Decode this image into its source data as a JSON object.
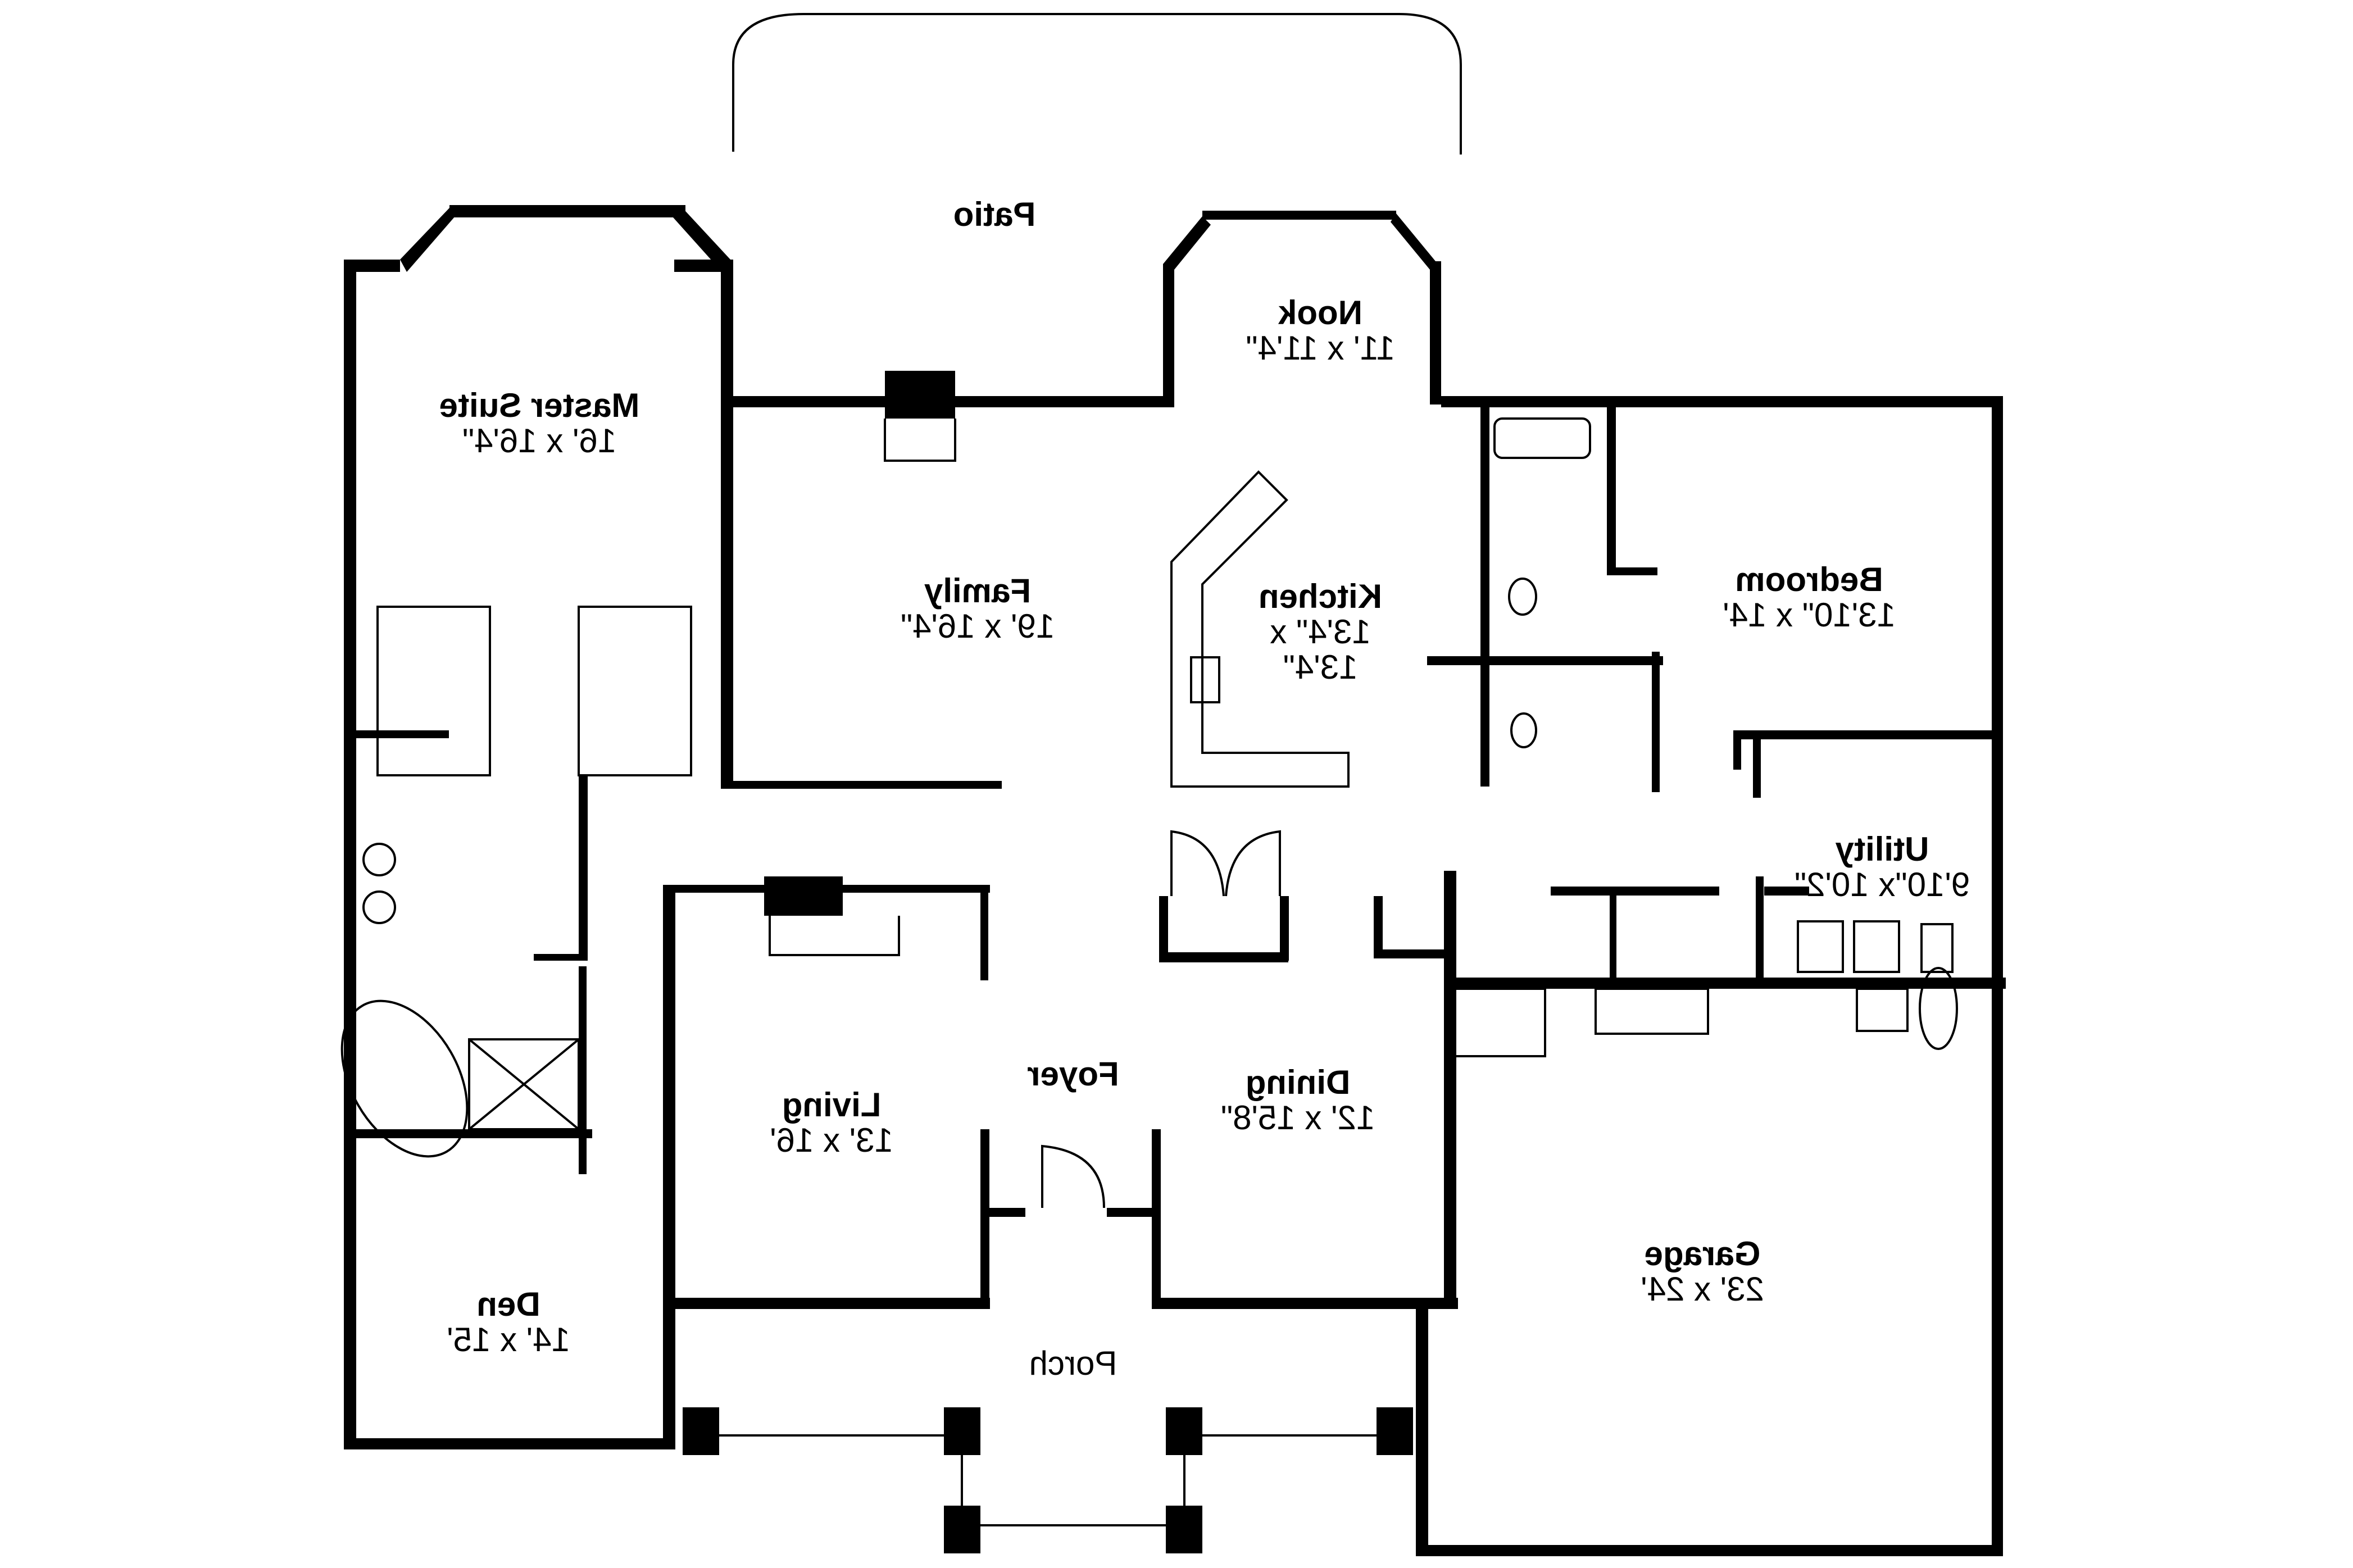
{
  "plan": {
    "type": "floor-plan",
    "mirrored": true,
    "rooms": [
      {
        "id": "patio",
        "name": "Patio",
        "dims": ""
      },
      {
        "id": "master_suite",
        "name": "Master Suite",
        "dims": "16' x 16'4\""
      },
      {
        "id": "nook",
        "name": "Nook",
        "dims": "11' x 11'4\""
      },
      {
        "id": "family",
        "name": "Family",
        "dims": "19' x 16'4\""
      },
      {
        "id": "kitchen",
        "name": "Kitchen",
        "dims": "13'4\" x 13'4\""
      },
      {
        "id": "bedroom",
        "name": "Bedroom",
        "dims": "13'10\" x 14'"
      },
      {
        "id": "utility",
        "name": "Utility",
        "dims": "9'10\"x 10'2\""
      },
      {
        "id": "foyer",
        "name": "Foyer",
        "dims": ""
      },
      {
        "id": "living",
        "name": "Living",
        "dims": "13' x 16'"
      },
      {
        "id": "dining",
        "name": "Dining",
        "dims": "12' x 15'8\""
      },
      {
        "id": "den",
        "name": "Den",
        "dims": "14' x 15'"
      },
      {
        "id": "garage",
        "name": "Garage",
        "dims": "23' x 24'"
      },
      {
        "id": "porch",
        "name": "Porch",
        "dims": ""
      }
    ],
    "kitchen_dims_line1": "13'4\" x",
    "kitchen_dims_line2": "13'4\"",
    "colors": {
      "wall": "#000000",
      "background": "#ffffff"
    }
  }
}
